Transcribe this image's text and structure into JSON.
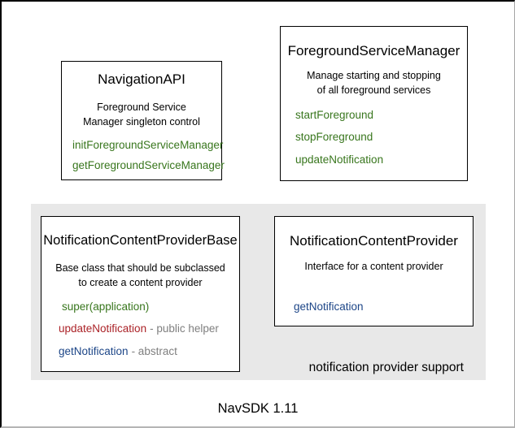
{
  "window": {
    "footer_label": "NavSDK 1.11"
  },
  "colors": {
    "green": "#38761d",
    "red": "#ab2328",
    "blue": "#1c4587",
    "gray": "#7f7f7f",
    "region_bg": "#e8e8e8"
  },
  "boxes": {
    "navigation_api": {
      "title": "NavigationAPI",
      "description": "Foreground Service\nManager singleton control",
      "methods": [
        {
          "name": "initForegroundServiceManager",
          "color": "green",
          "annotation": ""
        },
        {
          "name": "getForegroundServiceManager",
          "color": "green",
          "annotation": ""
        }
      ]
    },
    "foreground_service_manager": {
      "title": "ForegroundServiceManager",
      "description": "Manage starting and stopping\nof all foreground services",
      "methods": [
        {
          "name": "startForeground",
          "color": "green",
          "annotation": ""
        },
        {
          "name": "stopForeground",
          "color": "green",
          "annotation": ""
        },
        {
          "name": "updateNotification",
          "color": "green",
          "annotation": ""
        }
      ]
    },
    "notification_content_provider_base": {
      "title": "NotificationContentProviderBase",
      "description": "Base class that should be subclassed\nto create a content provider",
      "methods": [
        {
          "name": "super(application)",
          "color": "green",
          "annotation": ""
        },
        {
          "name": "updateNotification",
          "color": "red",
          "annotation": "- public helper"
        },
        {
          "name": "getNotification",
          "color": "blue",
          "annotation": "- abstract"
        }
      ]
    },
    "notification_content_provider": {
      "title": "NotificationContentProvider",
      "description": "Interface for a content provider",
      "methods": [
        {
          "name": "getNotification",
          "color": "blue",
          "annotation": ""
        }
      ]
    }
  },
  "region": {
    "label": "notification provider support"
  }
}
